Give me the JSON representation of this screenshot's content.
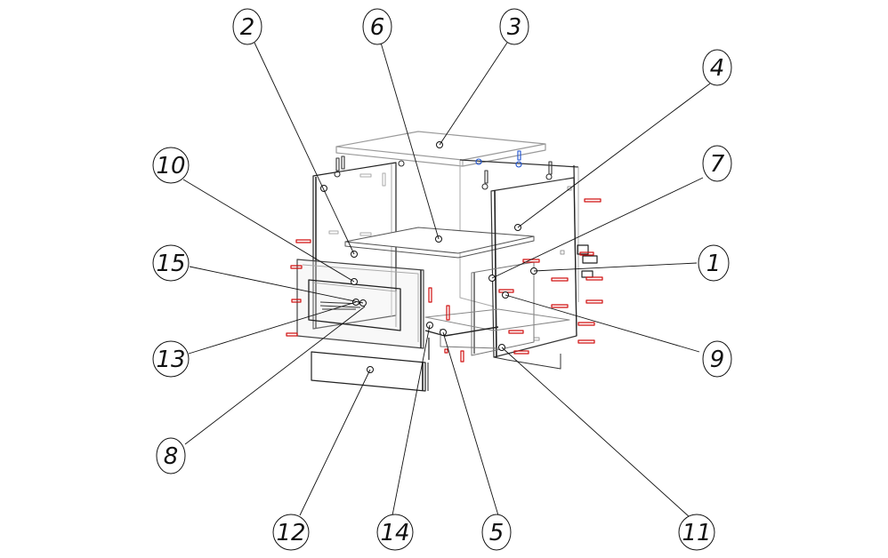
{
  "diagram": {
    "title": "Exploded assembly view with part callouts",
    "colors": {
      "line": "#000000",
      "panel": "#b8b8b8",
      "fastener": "#d01010",
      "fastener_blue": "#1a4fd0",
      "background": "#ffffff"
    },
    "callouts": [
      {
        "id": "2",
        "label": "2"
      },
      {
        "id": "6",
        "label": "6"
      },
      {
        "id": "3",
        "label": "3"
      },
      {
        "id": "4",
        "label": "4"
      },
      {
        "id": "10",
        "label": "10"
      },
      {
        "id": "7",
        "label": "7"
      },
      {
        "id": "15",
        "label": "15"
      },
      {
        "id": "1",
        "label": "1"
      },
      {
        "id": "13",
        "label": "13"
      },
      {
        "id": "9",
        "label": "9"
      },
      {
        "id": "8",
        "label": "8"
      },
      {
        "id": "12",
        "label": "12"
      },
      {
        "id": "14",
        "label": "14"
      },
      {
        "id": "5",
        "label": "5"
      },
      {
        "id": "11",
        "label": "11"
      }
    ]
  }
}
